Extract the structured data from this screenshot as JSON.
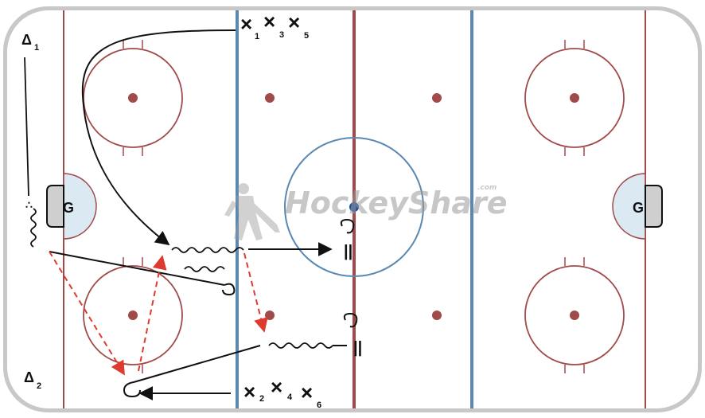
{
  "rink": {
    "board_color": "#c8c8c8",
    "red_line_color": "#a04a4a",
    "blue_line_color": "#5a88b0",
    "ice_color": "#ffffff",
    "crease_color": "#dbe9f2"
  },
  "goalies": [
    {
      "label": "G",
      "side": "left"
    },
    {
      "label": "G",
      "side": "right"
    }
  ],
  "coaches": [
    {
      "symbol": "Δ",
      "sub": "1"
    },
    {
      "symbol": "Δ",
      "sub": "2"
    }
  ],
  "players_top": [
    {
      "symbol": "×",
      "sub": "1"
    },
    {
      "symbol": "×",
      "sub": "3"
    },
    {
      "symbol": "×",
      "sub": "5"
    }
  ],
  "players_bottom": [
    {
      "symbol": "×",
      "sub": "2"
    },
    {
      "symbol": "×",
      "sub": "4"
    },
    {
      "symbol": "×",
      "sub": "6"
    }
  ],
  "stop_markers": [
    "||",
    "||"
  ],
  "puck_pile": "∴",
  "watermark": {
    "text": "HockeyShare",
    "suffix": ".com"
  },
  "legend": {
    "skate_path": "solid-arrow",
    "puck_carry": "wavy-line",
    "pass": "dashed-red-arrow",
    "stop": "double-bar"
  },
  "colors": {
    "pass": "#dd3b2e",
    "skate": "#111111",
    "faceoff_dot_center": "#1c4da0"
  }
}
